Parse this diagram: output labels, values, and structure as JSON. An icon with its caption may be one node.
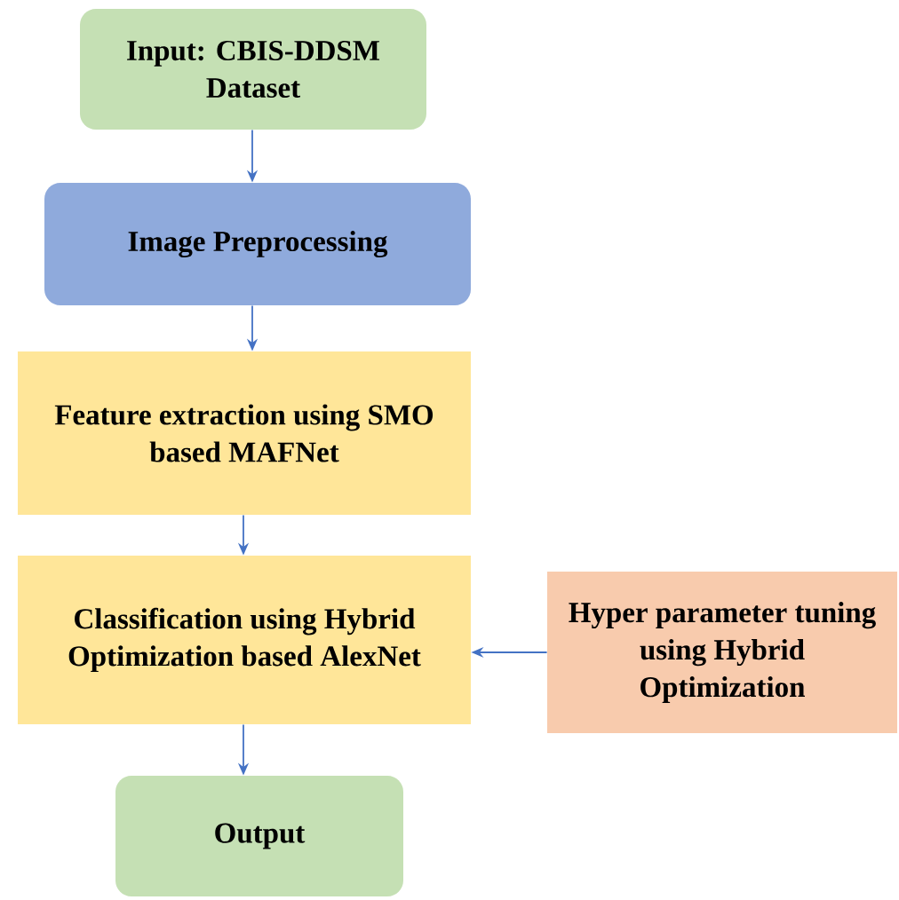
{
  "diagram": {
    "nodes": [
      {
        "text": [
          "Input: CBIS-DDSM Dataset"
        ]
      },
      {
        "text": [
          "Image Preprocessing"
        ]
      },
      {
        "text": [
          "Feature extraction using SMO based MAFNet"
        ]
      },
      {
        "text": [
          "Classification using Hybrid Optimization based AlexNet"
        ]
      },
      {
        "text": [
          "Hyper parameter tuning using Hybrid Optimization"
        ]
      },
      {
        "text": [
          "Output"
        ]
      }
    ],
    "edges": [
      {
        "from": 0,
        "to": 1,
        "arrow": "to"
      },
      {
        "from": 1,
        "to": 2,
        "arrow": "to"
      },
      {
        "from": 2,
        "to": 3,
        "arrow": "to"
      },
      {
        "from": 4,
        "to": 3,
        "arrow": "to"
      },
      {
        "from": 3,
        "to": 5,
        "arrow": "to"
      }
    ]
  }
}
